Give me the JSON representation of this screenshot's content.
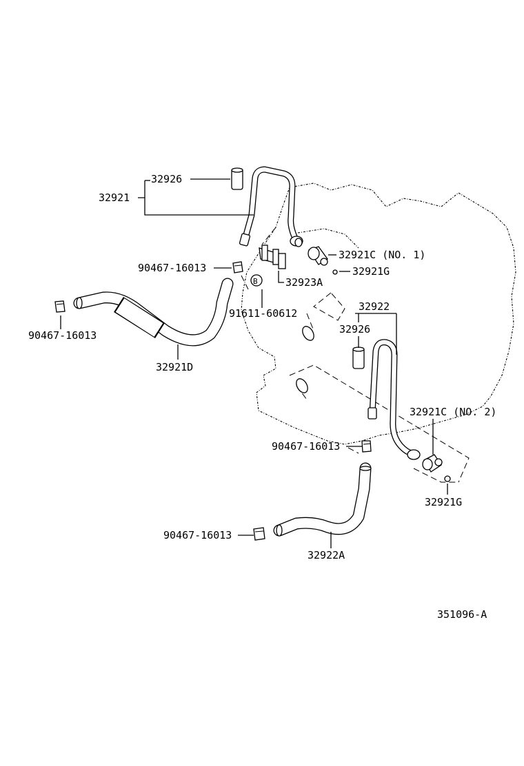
{
  "labels": {
    "p32921": "32921",
    "p32926_top": "32926",
    "p32921c_no1": "32921C (NO. 1)",
    "p32921g_top": "32921G",
    "p90467_a": "90467-16013",
    "p32923a": "32923A",
    "callout_b": "B",
    "p91611": "91611-60612",
    "p90467_b": "90467-16013",
    "p32921d": "32921D",
    "p32922": "32922",
    "p32926_mid": "32926",
    "p32921c_no2": "32921C (NO. 2)",
    "p90467_c": "90467-16013",
    "p32921g_bot": "32921G",
    "p90467_d": "90467-16013",
    "p32922a": "32922A",
    "ref_code": "351096-A"
  }
}
